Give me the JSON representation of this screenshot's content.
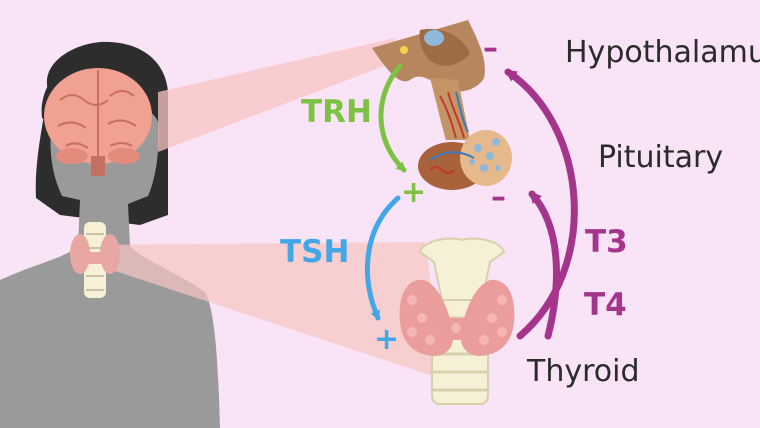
{
  "organs": {
    "hypothalamus": "Hypothalamus",
    "pituitary": "Pituitary",
    "thyroid": "Thyroid"
  },
  "hormones": {
    "trh": "TRH",
    "tsh": "TSH",
    "t3": "T3",
    "t4": "T4"
  },
  "signs": {
    "trh_stimulation": "+",
    "tsh_stimulation": "+",
    "hypothalamus_inhibition": "–",
    "pituitary_inhibition": "–"
  },
  "colors": {
    "background": "#f9e3f6",
    "trh": "#7cc243",
    "tsh": "#41a7e6",
    "thyroid_hormone": "#a5358c",
    "silhouette": "#9a9a9a",
    "hair": "#2d2d2d",
    "zoom_beam": "#f8c6c2"
  }
}
